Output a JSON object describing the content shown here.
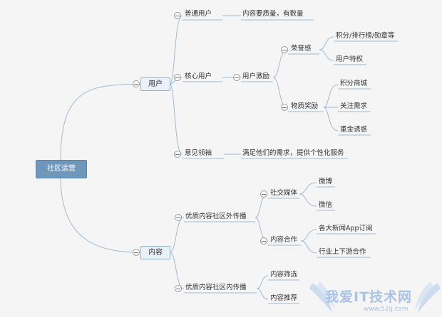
{
  "root": {
    "label": "社区运营"
  },
  "users": {
    "label": "用户",
    "normal": {
      "label": "普通用户",
      "note": "内容要质量，有数量"
    },
    "core": {
      "label": "核心用户",
      "incentive": {
        "label": "用户激励",
        "honor": {
          "label": "荣誉感",
          "items": [
            "积分/排行榜/勋章等",
            "用户特权"
          ]
        },
        "material": {
          "label": "物质奖励",
          "items": [
            "积分商城",
            "关注需求",
            "重金诱惑"
          ]
        }
      }
    },
    "opinion": {
      "label": "意见领袖",
      "note": "满足他们的需求，提供个性化服务"
    }
  },
  "content": {
    "label": "内容",
    "external": {
      "label": "优质内容社区外传播",
      "social": {
        "label": "社交媒体",
        "items": [
          "微博",
          "微信"
        ]
      },
      "coop": {
        "label": "内容合作",
        "items": [
          "各大新闻App订阅",
          "行业上下游合作"
        ]
      }
    },
    "internal": {
      "label": "优质内容社区内传播",
      "items": [
        "内容筛选",
        "内容推荐"
      ]
    }
  },
  "watermark": {
    "text": "我爱IT技术网",
    "url": "www.52ij.com"
  }
}
